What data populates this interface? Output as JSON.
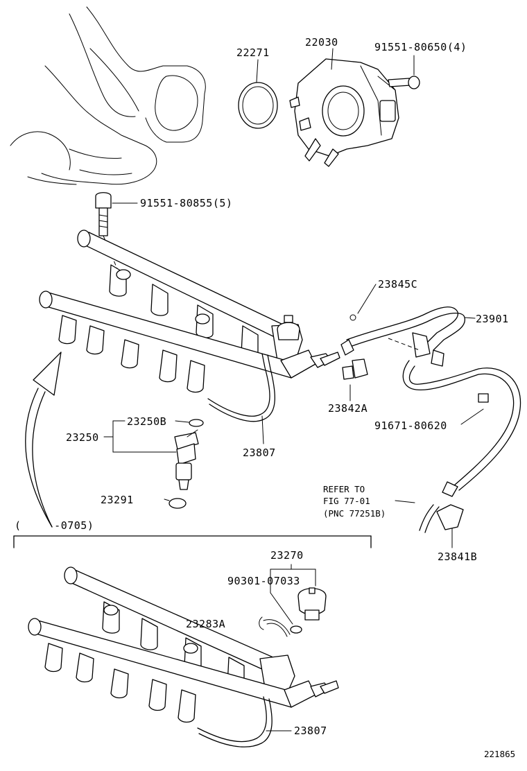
{
  "labels": {
    "p22271": "22271",
    "p22030": "22030",
    "p91551_80650": "91551-80650(4)",
    "p91551_80855": "91551-80855(5)",
    "p23845C": "23845C",
    "p23901": "23901",
    "p23842A": "23842A",
    "p91671_80620": "91671-80620",
    "p23250B": "23250B",
    "p23250": "23250",
    "p23807_top": "23807",
    "p23291": "23291",
    "refer_line1": "REFER TO",
    "refer_line2": "FIG 77-01",
    "refer_line3": "(PNC 77251B)",
    "p23841B": "23841B",
    "range": "(     -0705)",
    "p23270": "23270",
    "p90301_07033": "90301-07033",
    "p23283A": "23283A",
    "p23807_bottom": "23807",
    "figure_id": "221865"
  }
}
